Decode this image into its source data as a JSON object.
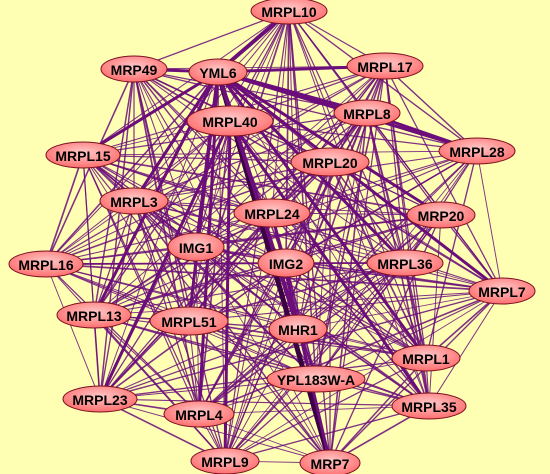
{
  "colors": {
    "background": "#ffffb4",
    "edge": "#6b0d7a",
    "edge_strong": "#3a0245",
    "node_fill_light": "#ffc8c8",
    "node_fill_dark": "#ff6e6e",
    "node_stroke": "#7a1020"
  },
  "nodes": [
    {
      "id": "MRPL10",
      "label": "MRPL10"
    },
    {
      "id": "MRP49",
      "label": "MRP49"
    },
    {
      "id": "YML6",
      "label": "YML6"
    },
    {
      "id": "MRPL17",
      "label": "MRPL17"
    },
    {
      "id": "MRPL8",
      "label": "MRPL8"
    },
    {
      "id": "MRPL40",
      "label": "MRPL40"
    },
    {
      "id": "MRPL15",
      "label": "MRPL15"
    },
    {
      "id": "MRPL28",
      "label": "MRPL28"
    },
    {
      "id": "MRPL20",
      "label": "MRPL20"
    },
    {
      "id": "MRPL3",
      "label": "MRPL3"
    },
    {
      "id": "MRPL24",
      "label": "MRPL24"
    },
    {
      "id": "MRP20",
      "label": "MRP20"
    },
    {
      "id": "IMG1",
      "label": "IMG1"
    },
    {
      "id": "IMG2",
      "label": "IMG2"
    },
    {
      "id": "MRPL36",
      "label": "MRPL36"
    },
    {
      "id": "MRPL16",
      "label": "MRPL16"
    },
    {
      "id": "MRPL7",
      "label": "MRPL7"
    },
    {
      "id": "MRPL13",
      "label": "MRPL13"
    },
    {
      "id": "MRPL51",
      "label": "MRPL51"
    },
    {
      "id": "MHR1",
      "label": "MHR1"
    },
    {
      "id": "MRPL1",
      "label": "MRPL1"
    },
    {
      "id": "YPL183W-A",
      "label": "YPL183W-A"
    },
    {
      "id": "MRPL23",
      "label": "MRPL23"
    },
    {
      "id": "MRPL4",
      "label": "MRPL4"
    },
    {
      "id": "MRPL35",
      "label": "MRPL35"
    },
    {
      "id": "MRPL9",
      "label": "MRPL9"
    },
    {
      "id": "MRP7",
      "label": "MRP7"
    }
  ],
  "edges": {
    "dense_all_pairs": true,
    "strong": [
      {
        "source": "YML6",
        "target": "MRP7",
        "weight": 5
      },
      {
        "source": "YML6",
        "target": "MHR1",
        "weight": 4
      },
      {
        "source": "YML6",
        "target": "MRPL10",
        "weight": 4
      },
      {
        "source": "YML6",
        "target": "MRPL8",
        "weight": 4
      },
      {
        "source": "YML6",
        "target": "MRPL17",
        "weight": 3
      },
      {
        "source": "YML6",
        "target": "MRP49",
        "weight": 3
      },
      {
        "source": "YML6",
        "target": "MRPL28",
        "weight": 3
      },
      {
        "source": "YML6",
        "target": "MRPL7",
        "weight": 3
      },
      {
        "source": "YML6",
        "target": "MRPL13",
        "weight": 3
      },
      {
        "source": "YML6",
        "target": "MRPL3",
        "weight": 3
      },
      {
        "source": "YML6",
        "target": "MRPL15",
        "weight": 3
      },
      {
        "source": "YML6",
        "target": "MRPL51",
        "weight": 3
      },
      {
        "source": "YML6",
        "target": "IMG1",
        "weight": 3
      },
      {
        "source": "YML6",
        "target": "MRPL4",
        "weight": 3
      },
      {
        "source": "YML6",
        "target": "MRPL36",
        "weight": 3
      },
      {
        "source": "YML6",
        "target": "MRPL1",
        "weight": 3
      },
      {
        "source": "YML6",
        "target": "MRP20",
        "weight": 3
      },
      {
        "source": "MRPL40",
        "target": "MRPL9",
        "weight": 3
      },
      {
        "source": "MRPL40",
        "target": "MRPL23",
        "weight": 3
      },
      {
        "source": "MRPL40",
        "target": "MRPL35",
        "weight": 3
      },
      {
        "source": "MRPL8",
        "target": "MRPL28",
        "weight": 3
      },
      {
        "source": "MRPL24",
        "target": "MRP7",
        "weight": 3
      }
    ]
  }
}
